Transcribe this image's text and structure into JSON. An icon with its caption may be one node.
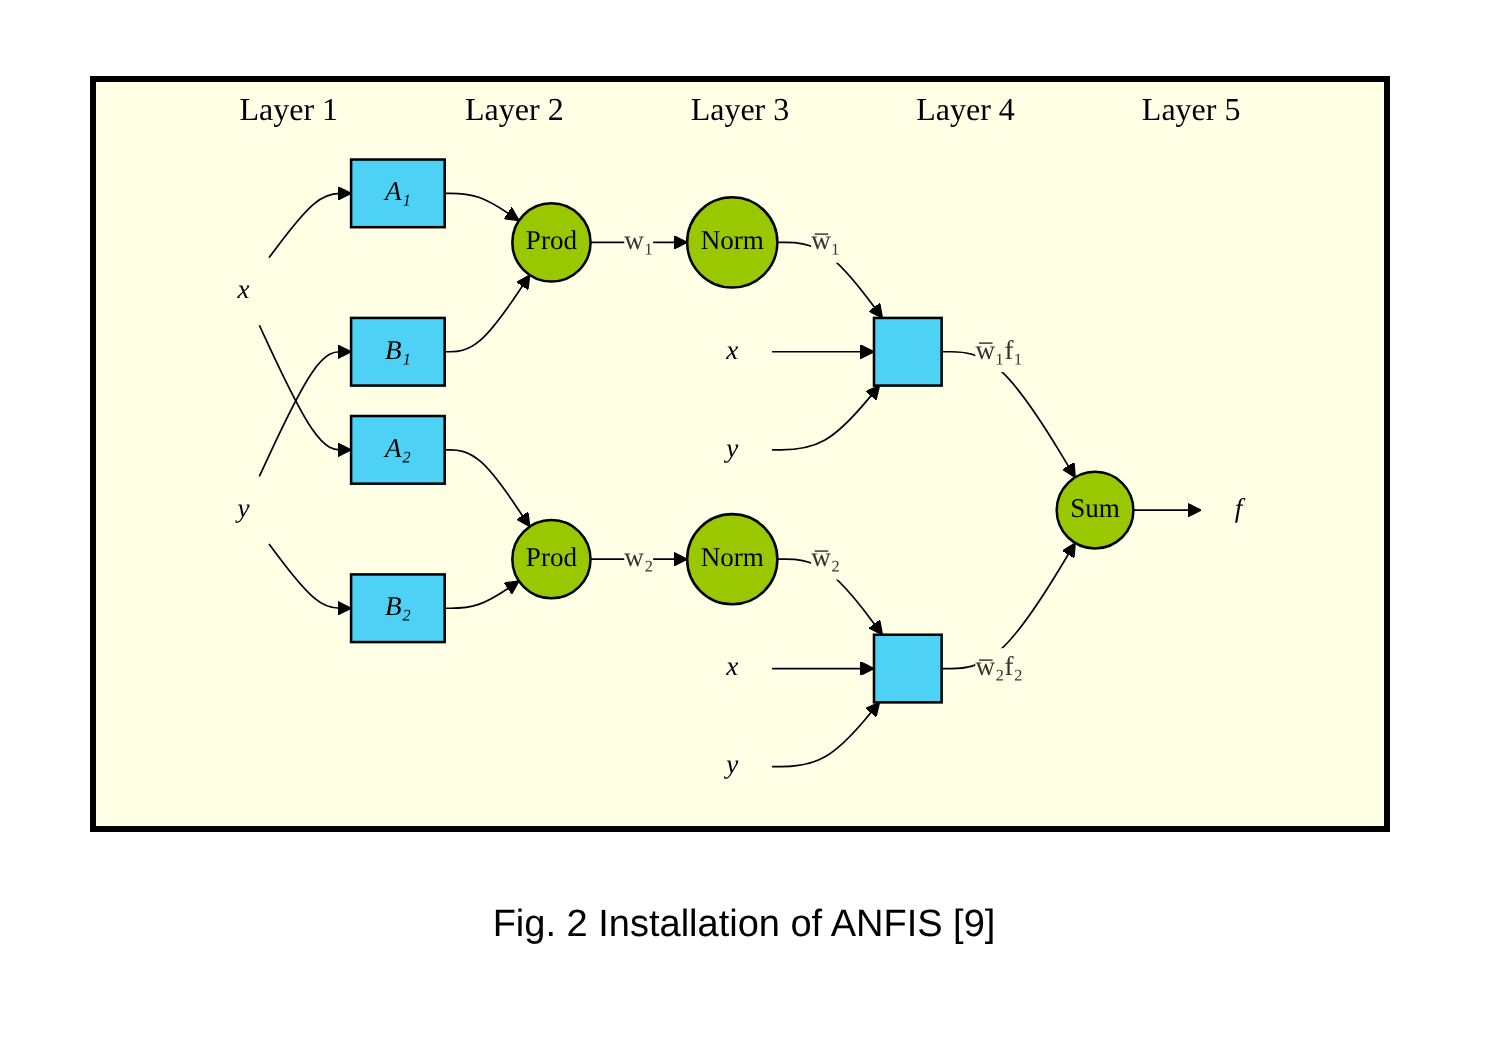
{
  "diagram": {
    "caption": "Fig. 2 Installation of ANFIS [9]",
    "nodes": [
      {
        "text": [
          "x"
        ]
      },
      {
        "text": [
          "y"
        ]
      },
      {
        "text": [
          "A₁"
        ]
      },
      {
        "text": [
          "A₂"
        ]
      },
      {
        "text": [
          "B₁"
        ]
      },
      {
        "text": [
          "B₂"
        ]
      },
      {
        "text": [
          "Prod"
        ]
      },
      {
        "text": [
          "Prod"
        ]
      },
      {
        "text": [
          "Norm"
        ]
      },
      {
        "text": [
          "Norm"
        ]
      },
      {
        "text": [],
        "shape": "box"
      },
      {
        "text": [],
        "shape": "box"
      },
      {
        "text": [
          "Sum"
        ]
      },
      {
        "text": [
          "f"
        ]
      },
      {
        "text": [
          "x"
        ]
      },
      {
        "text": [
          "y"
        ]
      },
      {
        "text": [
          "x"
        ]
      },
      {
        "text": [
          "y"
        ]
      }
    ],
    "edges": [
      {
        "from": 0,
        "to": 2,
        "arrow": "to"
      },
      {
        "from": 0,
        "to": 3,
        "arrow": "to"
      },
      {
        "from": 1,
        "to": 4,
        "arrow": "to"
      },
      {
        "from": 1,
        "to": 5,
        "arrow": "to"
      },
      {
        "from": 2,
        "to": 6,
        "arrow": "to"
      },
      {
        "from": 4,
        "to": 6,
        "arrow": "to"
      },
      {
        "from": 3,
        "to": 7,
        "arrow": "to"
      },
      {
        "from": 5,
        "to": 7,
        "arrow": "to"
      },
      {
        "from": 6,
        "to": 8,
        "label": "w₁",
        "arrow": "to"
      },
      {
        "from": 7,
        "to": 9,
        "label": "w₂",
        "arrow": "to"
      },
      {
        "from": 8,
        "to": 10,
        "label": "w̅₁",
        "arrow": "to"
      },
      {
        "from": 9,
        "to": 11,
        "label": "w̅₂",
        "arrow": "to"
      },
      {
        "from": 14,
        "to": 10,
        "arrow": "to"
      },
      {
        "from": 15,
        "to": 10,
        "arrow": "to"
      },
      {
        "from": 16,
        "to": 11,
        "arrow": "to"
      },
      {
        "from": 17,
        "to": 11,
        "arrow": "to"
      },
      {
        "from": 10,
        "to": 12,
        "label": "w̅₁f₁",
        "arrow": "to"
      },
      {
        "from": 11,
        "to": 12,
        "label": "w̅₂f₂",
        "arrow": "to"
      },
      {
        "from": 12,
        "to": 13,
        "arrow": "to"
      }
    ],
    "labels": [
      "Layer 1",
      "Layer 2",
      "Layer 3",
      "Layer 4",
      "Layer 5"
    ]
  }
}
